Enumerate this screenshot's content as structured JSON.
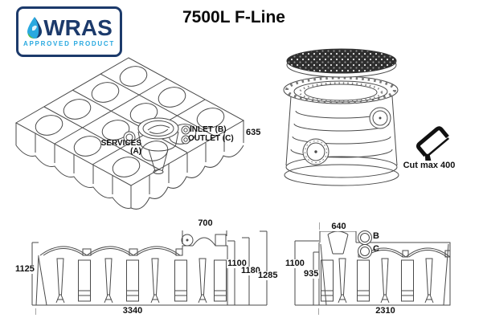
{
  "title": "7500L F-Line",
  "badge": {
    "brand": "WRAS",
    "subtitle": "APPROVED PRODUCT"
  },
  "colors": {
    "navy": "#1c3a6b",
    "cyan": "#29a9e0",
    "green": "#54b948",
    "line_art": "#4a4a4a",
    "lid_dark": "#2e2e2e",
    "label_text": "#111111"
  },
  "iso_view": {
    "services_label_line1": "SERVICES",
    "services_label_line2": "(A)",
    "inlet_label": "INLET (B)",
    "outlet_label": "OUTLET (C)"
  },
  "turret_view": {
    "height_dim": "635",
    "cut_note": "Cut max 400"
  },
  "front_elevation": {
    "turret_width_dim": "700",
    "body_height_dim": "1125",
    "overall_width_dim": "3340",
    "height_dims": [
      "1100",
      "1180",
      "1285"
    ]
  },
  "side_elevation": {
    "turret_width_dim": "640",
    "inlet_port_label": "B",
    "outlet_port_label": "C",
    "body_height_dim": "1100",
    "shoulder_height_dim": "935",
    "overall_width_dim": "2310"
  }
}
